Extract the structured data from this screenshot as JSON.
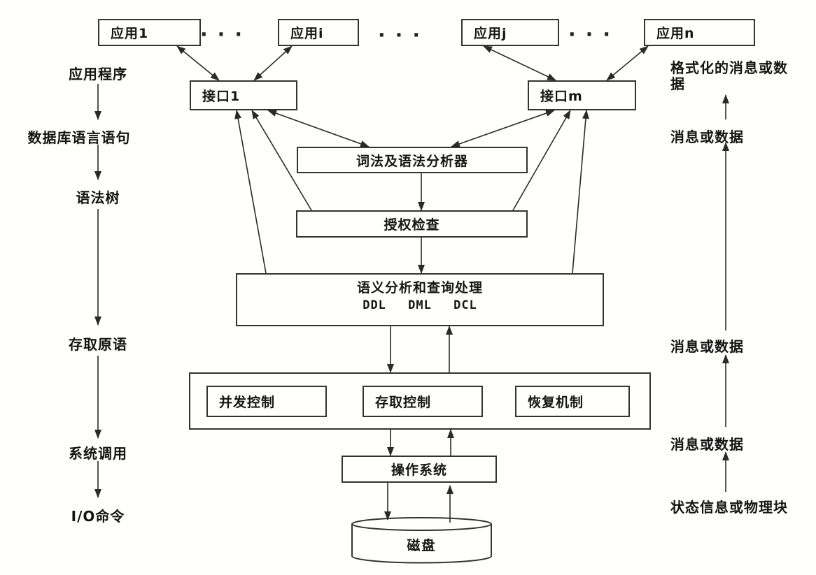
{
  "diagram": {
    "apps": [
      "应用1",
      "应用i",
      "应用j",
      "应用n"
    ],
    "ellipsis": "···",
    "interfaces": [
      "接口1",
      "接口m"
    ],
    "boxes": {
      "lexer": "词法及语法分析器",
      "auth_check": "授权检查",
      "semantic_title": "语义分析和查询处理",
      "semantic_sub": "DDL DML DCL",
      "concurrency": "并发控制",
      "access_control": "存取控制",
      "recovery": "恢复机制",
      "os": "操作系统",
      "disk": "磁盘"
    },
    "left_flow": [
      "应用程序",
      "数据库语言语句",
      "语法树",
      "存取原语",
      "系统调用",
      "I/O命令"
    ],
    "right_flow": [
      "格式化的消息或数据",
      "消息或数据",
      "消息或数据",
      "消息或数据",
      "状态信息或物理块"
    ]
  }
}
